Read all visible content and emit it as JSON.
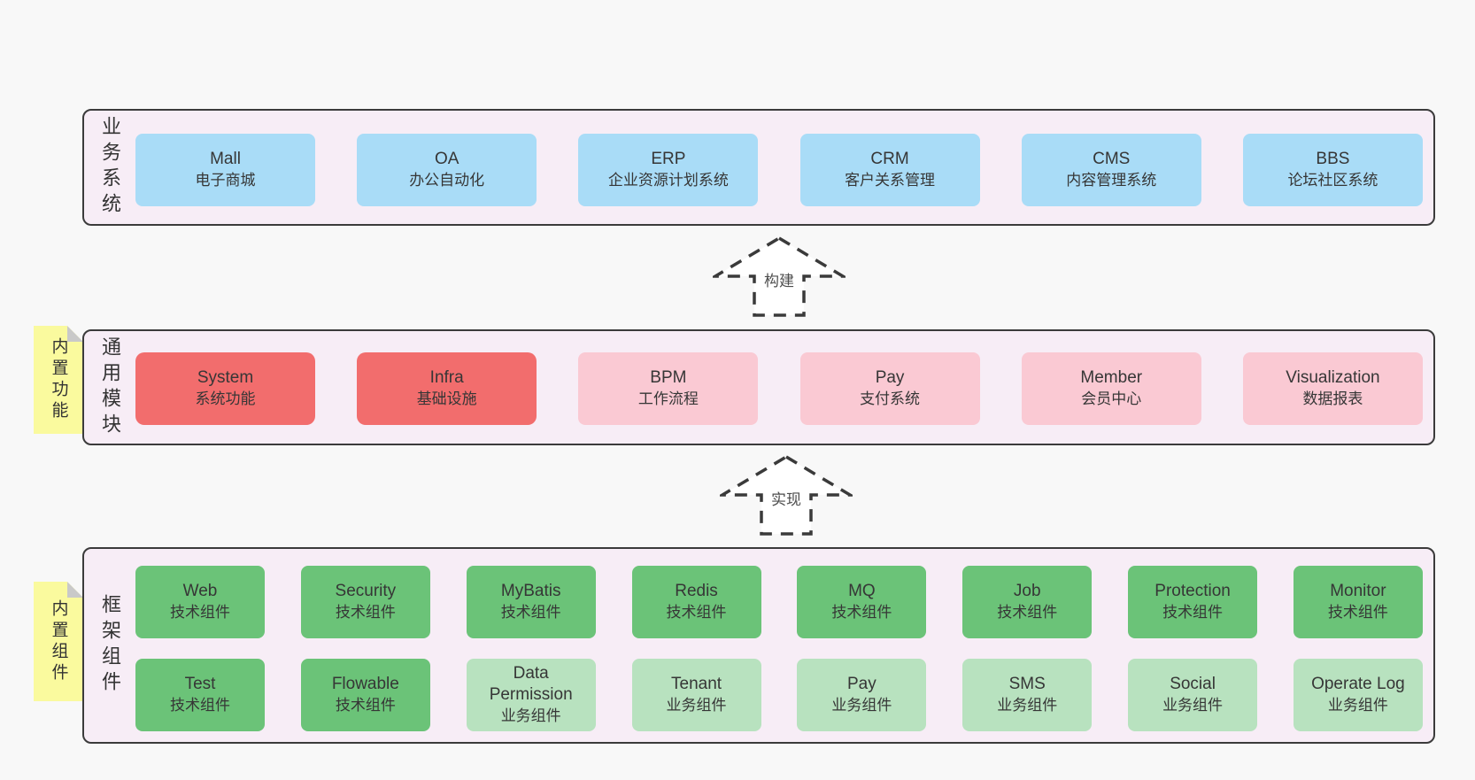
{
  "bands": [
    {
      "label": "业务系统",
      "boxes": [
        {
          "en": "Mall",
          "zh": "电子商城"
        },
        {
          "en": "OA",
          "zh": "办公自动化"
        },
        {
          "en": "ERP",
          "zh": "企业资源计划系统"
        },
        {
          "en": "CRM",
          "zh": "客户关系管理"
        },
        {
          "en": "CMS",
          "zh": "内容管理系统"
        },
        {
          "en": "BBS",
          "zh": "论坛社区系统"
        }
      ]
    },
    {
      "label": "通用模块",
      "sticky_note": "内置功能",
      "boxes": [
        {
          "en": "System",
          "zh": "系统功能"
        },
        {
          "en": "Infra",
          "zh": "基础设施"
        },
        {
          "en": "BPM",
          "zh": "工作流程"
        },
        {
          "en": "Pay",
          "zh": "支付系统"
        },
        {
          "en": "Member",
          "zh": "会员中心"
        },
        {
          "en": "Visualization",
          "zh": "数据报表"
        }
      ]
    },
    {
      "label": "框架组件",
      "sticky_note": "内置组件",
      "rows": [
        [
          {
            "en": "Web",
            "zh": "技术组件"
          },
          {
            "en": "Security",
            "zh": "技术组件"
          },
          {
            "en": "MyBatis",
            "zh": "技术组件"
          },
          {
            "en": "Redis",
            "zh": "技术组件"
          },
          {
            "en": "MQ",
            "zh": "技术组件"
          },
          {
            "en": "Job",
            "zh": "技术组件"
          },
          {
            "en": "Protection",
            "zh": "技术组件"
          },
          {
            "en": "Monitor",
            "zh": "技术组件"
          }
        ],
        [
          {
            "en": "Test",
            "zh": "技术组件"
          },
          {
            "en": "Flowable",
            "zh": "技术组件"
          },
          {
            "en": "Data Permission",
            "zh": "业务组件"
          },
          {
            "en": "Tenant",
            "zh": "业务组件"
          },
          {
            "en": "Pay",
            "zh": "业务组件"
          },
          {
            "en": "SMS",
            "zh": "业务组件"
          },
          {
            "en": "Social",
            "zh": "业务组件"
          },
          {
            "en": "Operate Log",
            "zh": "业务组件"
          }
        ]
      ]
    }
  ],
  "arrows": [
    {
      "label": "构建"
    },
    {
      "label": "实现"
    }
  ],
  "colors": {
    "business_box": "#a9dcf7",
    "core_module_box": "#f26d6d",
    "extension_module_box": "#fac9d3",
    "tech_component_box": "#6bc378",
    "biz_component_box": "#b8e2bf",
    "sticky_note": "#fafa9e",
    "band_background": "#f7edf6",
    "band_border": "#3b3b3b"
  }
}
